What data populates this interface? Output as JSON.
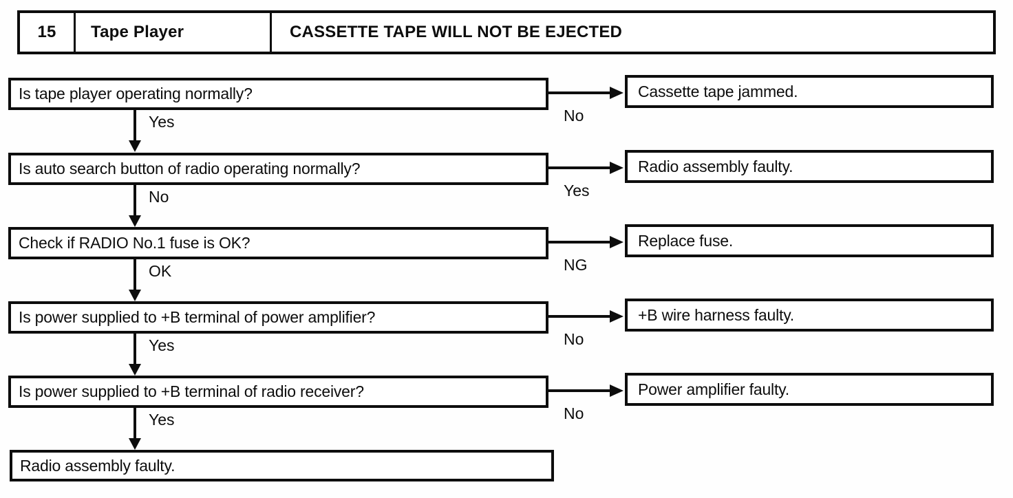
{
  "header": {
    "number": "15",
    "system": "Tape Player",
    "symptom": "CASSETTE TAPE WILL NOT BE EJECTED"
  },
  "flow": {
    "steps": [
      {
        "question": "Is tape player operating normally?",
        "down_label": "Yes",
        "right_label": "No",
        "result": "Cassette tape jammed."
      },
      {
        "question": "Is auto search button of radio operating normally?",
        "down_label": "No",
        "right_label": "Yes",
        "result": "Radio assembly faulty."
      },
      {
        "question": "Check if RADIO No.1 fuse is OK?",
        "down_label": "OK",
        "right_label": "NG",
        "result": "Replace fuse."
      },
      {
        "question": "Is power supplied to +B terminal of power amplifier?",
        "down_label": "Yes",
        "right_label": "No",
        "result": "+B wire harness faulty."
      },
      {
        "question": "Is power supplied to +B terminal of radio receiver?",
        "down_label": "Yes",
        "right_label": "No",
        "result": "Power amplifier faulty."
      }
    ],
    "final": "Radio assembly faulty."
  },
  "colors": {
    "ink": "#0d0d0d",
    "paper": "#ffffff"
  }
}
